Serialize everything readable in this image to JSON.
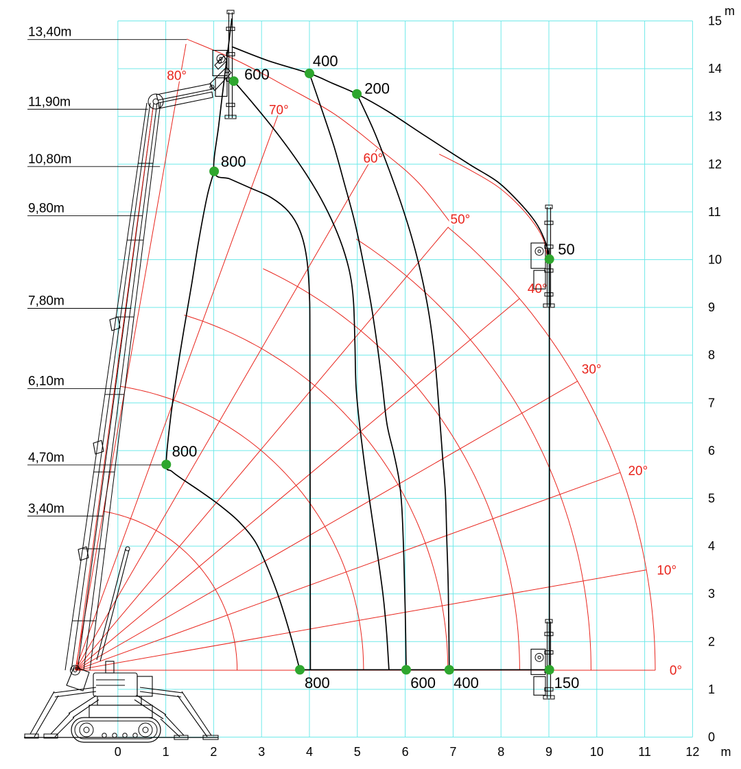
{
  "colors": {
    "grid": "#6fe9e9",
    "red": "#e8231b",
    "green": "#2ea62e",
    "black": "#000000"
  },
  "axes": {
    "x_ticks": [
      0,
      1,
      2,
      3,
      4,
      5,
      6,
      7,
      8,
      9,
      10,
      11,
      12
    ],
    "x_unit": "m",
    "y_ticks": [
      0,
      1,
      2,
      3,
      4,
      5,
      6,
      7,
      8,
      9,
      10,
      11,
      12,
      13,
      14,
      15
    ],
    "y_unit": "m",
    "x_range": [
      0,
      12
    ],
    "y_range": [
      0,
      15
    ]
  },
  "chart_data": {
    "type": "crane-working-range-diagram",
    "units": "m",
    "pivot": {
      "x": -0.89,
      "y": 1.4
    },
    "boom_angle_lines": [
      {
        "a": 0,
        "r": 12.11
      },
      {
        "a": 10,
        "r": 12.11
      },
      {
        "a": 20,
        "r": 12.11
      },
      {
        "a": 30,
        "r": 12.11
      },
      {
        "a": 40,
        "r": 12.11
      },
      {
        "a": 50,
        "r": 12.12
      },
      {
        "a": 60,
        "r": 12.61
      },
      {
        "a": 70,
        "r": 12.61
      },
      {
        "a": 80,
        "r": 13.32
      }
    ],
    "angle_labels": [
      {
        "t": "0°",
        "x": 11.65,
        "y": 1.4
      },
      {
        "t": "10°",
        "x": 11.46,
        "y": 3.5
      },
      {
        "t": "20°",
        "x": 10.86,
        "y": 5.58
      },
      {
        "t": "30°",
        "x": 9.89,
        "y": 7.71
      },
      {
        "t": "40°",
        "x": 8.76,
        "y": 9.4
      },
      {
        "t": "50°",
        "x": 7.15,
        "y": 10.85
      },
      {
        "t": "60°",
        "x": 5.33,
        "y": 12.13
      },
      {
        "t": "70°",
        "x": 3.36,
        "y": 13.14
      },
      {
        "t": "80°",
        "x": 1.23,
        "y": 13.86
      }
    ],
    "extension_arcs": [
      {
        "r": 3.38,
        "a0": 0,
        "a1": 80
      },
      {
        "r": 6.02,
        "a0": 0,
        "a1": 81
      },
      {
        "r": 7.78,
        "a0": 0,
        "a1": 73
      },
      {
        "r": 9.28,
        "a0": 0,
        "a1": 65
      },
      {
        "r": 10.77,
        "a0": 0,
        "a1": 57
      },
      {
        "r": 12.11,
        "a0": 0,
        "a1": 50
      }
    ],
    "outer_reach_curves": [
      [
        [
          1.44,
          14.62
        ],
        [
          2.51,
          14.16
        ],
        [
          3.54,
          13.61
        ],
        [
          4.52,
          13.05
        ],
        [
          5.42,
          12.35
        ],
        [
          6.25,
          11.64
        ],
        [
          6.95,
          10.77
        ]
      ],
      [
        [
          6.71,
          12.21
        ],
        [
          7.35,
          11.88
        ],
        [
          7.93,
          11.53
        ],
        [
          8.38,
          11.13
        ],
        [
          8.71,
          10.73
        ],
        [
          8.89,
          10.41
        ],
        [
          8.97,
          10.04
        ]
      ]
    ],
    "capacity_curves": [
      {
        "name": "envelope",
        "pts": [
          [
            2.38,
            14.46
          ],
          [
            3.13,
            14.17
          ],
          [
            4.0,
            13.9
          ],
          [
            4.49,
            13.69
          ],
          [
            4.99,
            13.47
          ],
          [
            5.63,
            13.11
          ],
          [
            6.42,
            12.59
          ],
          [
            7.35,
            11.99
          ],
          [
            7.93,
            11.63
          ],
          [
            8.38,
            11.2
          ],
          [
            8.71,
            10.8
          ],
          [
            8.9,
            10.44
          ],
          [
            8.99,
            10.09
          ],
          [
            9.01,
            9.4
          ],
          [
            9.01,
            1.41
          ]
        ]
      },
      {
        "name": "800-inner",
        "pts": [
          [
            2.38,
            15.05
          ],
          [
            2.26,
            14.08
          ],
          [
            2.11,
            12.85
          ],
          [
            2.01,
            11.85
          ],
          [
            2.34,
            11.69
          ],
          [
            2.77,
            11.5
          ],
          [
            3.2,
            11.3
          ],
          [
            3.56,
            11.01
          ],
          [
            3.8,
            10.61
          ],
          [
            3.94,
            10.05
          ],
          [
            4.0,
            9.26
          ],
          [
            4.01,
            7.97
          ],
          [
            4.02,
            1.41
          ]
        ]
      },
      {
        "name": "800-mid",
        "pts": [
          [
            2.01,
            11.85
          ],
          [
            1.87,
            11.35
          ],
          [
            1.69,
            10.41
          ],
          [
            1.54,
            9.48
          ],
          [
            1.38,
            8.54
          ],
          [
            1.22,
            7.54
          ],
          [
            1.09,
            6.6
          ],
          [
            1.01,
            5.71
          ],
          [
            1.12,
            5.57
          ],
          [
            1.38,
            5.38
          ],
          [
            1.72,
            5.15
          ],
          [
            2.12,
            4.86
          ],
          [
            2.52,
            4.52
          ],
          [
            2.87,
            4.09
          ],
          [
            3.14,
            3.51
          ],
          [
            3.38,
            2.87
          ],
          [
            3.6,
            2.15
          ],
          [
            3.8,
            1.41
          ]
        ]
      },
      {
        "name": "600",
        "pts": [
          [
            2.42,
            13.74
          ],
          [
            2.84,
            13.25
          ],
          [
            3.3,
            12.68
          ],
          [
            3.76,
            12.05
          ],
          [
            4.16,
            11.42
          ],
          [
            4.46,
            10.84
          ],
          [
            4.69,
            10.27
          ],
          [
            4.85,
            9.69
          ],
          [
            4.92,
            9.12
          ],
          [
            4.95,
            8.25
          ],
          [
            4.97,
            7.4
          ],
          [
            5.03,
            6.7
          ],
          [
            5.12,
            5.95
          ],
          [
            5.22,
            5.2
          ],
          [
            5.33,
            4.45
          ],
          [
            5.44,
            3.7
          ],
          [
            5.54,
            2.95
          ],
          [
            5.61,
            2.2
          ],
          [
            5.66,
            1.41
          ]
        ]
      },
      {
        "name": "400",
        "pts": [
          [
            4.0,
            13.9
          ],
          [
            4.27,
            13.11
          ],
          [
            4.52,
            12.35
          ],
          [
            4.73,
            11.59
          ],
          [
            4.95,
            10.77
          ],
          [
            5.13,
            9.91
          ],
          [
            5.29,
            9.05
          ],
          [
            5.42,
            8.18
          ],
          [
            5.52,
            7.39
          ],
          [
            5.62,
            6.55
          ],
          [
            5.76,
            5.95
          ],
          [
            5.87,
            5.4
          ],
          [
            5.93,
            4.8
          ],
          [
            5.97,
            3.8
          ],
          [
            6.0,
            2.65
          ],
          [
            6.02,
            1.41
          ]
        ]
      },
      {
        "name": "200",
        "pts": [
          [
            4.99,
            13.47
          ],
          [
            5.35,
            12.69
          ],
          [
            5.66,
            11.89
          ],
          [
            5.93,
            11.13
          ],
          [
            6.16,
            10.38
          ],
          [
            6.35,
            9.62
          ],
          [
            6.49,
            8.9
          ],
          [
            6.59,
            8.18
          ],
          [
            6.66,
            7.46
          ],
          [
            6.72,
            6.67
          ],
          [
            6.78,
            5.88
          ],
          [
            6.84,
            5.09
          ],
          [
            6.87,
            4.09
          ],
          [
            6.9,
            3.08
          ],
          [
            6.92,
            1.41
          ]
        ]
      }
    ],
    "base_line": [
      [
        3.8,
        1.41
      ],
      [
        9.01,
        1.41
      ]
    ],
    "load_points": [
      {
        "x": 2.42,
        "y": 13.74,
        "label": "600",
        "lx": 2.64,
        "ly": 13.77
      },
      {
        "x": 4.0,
        "y": 13.9,
        "label": "400",
        "lx": 4.07,
        "ly": 14.05
      },
      {
        "x": 4.99,
        "y": 13.47,
        "label": "200",
        "lx": 5.15,
        "ly": 13.48
      },
      {
        "x": 9.01,
        "y": 10.01,
        "label": "50",
        "lx": 9.19,
        "ly": 10.11
      },
      {
        "x": 2.01,
        "y": 11.85,
        "label": "800",
        "lx": 2.15,
        "ly": 11.95
      },
      {
        "x": 1.01,
        "y": 5.71,
        "label": "800",
        "lx": 1.13,
        "ly": 5.88
      },
      {
        "x": 3.8,
        "y": 1.41,
        "label": "800",
        "lx": 3.9,
        "ly": 1.03
      },
      {
        "x": 6.02,
        "y": 1.41,
        "label": "600",
        "lx": 6.11,
        "ly": 1.03
      },
      {
        "x": 6.92,
        "y": 1.41,
        "label": "400",
        "lx": 7.01,
        "ly": 1.03
      },
      {
        "x": 9.01,
        "y": 1.41,
        "label": "150",
        "lx": 9.11,
        "ly": 1.03
      }
    ],
    "height_labels": [
      {
        "t": "13,40m",
        "y": 14.61,
        "tx": 1.44
      },
      {
        "t": "11,90m",
        "y": 13.15,
        "tx": 0.63
      },
      {
        "t": "10,80m",
        "y": 11.95,
        "tx": 0.88
      },
      {
        "t": "9,80m",
        "y": 10.92,
        "tx": 0.52
      },
      {
        "t": "7,80m",
        "y": 8.98,
        "tx": 0.28
      },
      {
        "t": "6,10m",
        "y": 7.3,
        "tx": 0.05
      },
      {
        "t": "4,70m",
        "y": 5.7,
        "tx": 1.01
      },
      {
        "t": "3,40m",
        "y": 4.63,
        "tx": -0.31
      }
    ]
  }
}
